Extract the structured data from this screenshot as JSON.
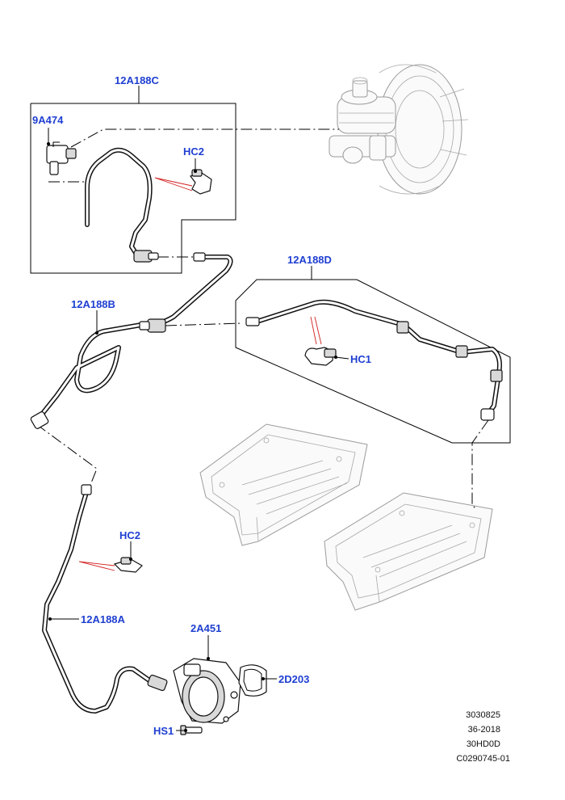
{
  "callouts": {
    "c_12A188C": "12A188C",
    "c_9A474": "9A474",
    "c_HC2_top": "HC2",
    "c_12A188D": "12A188D",
    "c_12A188B": "12A188B",
    "c_HC1": "HC1",
    "c_HC2_mid": "HC2",
    "c_12A188A": "12A188A",
    "c_2A451": "2A451",
    "c_2D203": "2D203",
    "c_HS1": "HS1"
  },
  "reference": {
    "line1": "3030825",
    "line2": "36-2018",
    "line3": "30HD0D",
    "line4": "C0290745-01"
  },
  "colors": {
    "callout": "#1f3fd1",
    "line": "#000000",
    "clip_indicator": "#d21e1e",
    "context_parts": "#9a9a9a"
  }
}
